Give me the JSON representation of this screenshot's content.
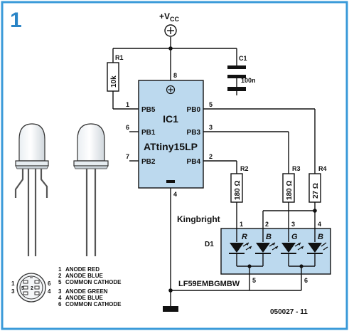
{
  "figure": {
    "number": "1",
    "code": "050027 - 11",
    "colors": {
      "frame": "#3a9ad9",
      "ic_fill": "#bcd9ee",
      "led_box_fill": "#bcd9ee",
      "ink": "#111111"
    }
  },
  "supply": {
    "label_main": "+V",
    "label_sub": "CC"
  },
  "ic": {
    "name": "IC1",
    "part": "ATtiny15LP",
    "pins_left": [
      {
        "num": "1",
        "name": "PB5"
      },
      {
        "num": "6",
        "name": "PB1"
      },
      {
        "num": "7",
        "name": "PB2"
      }
    ],
    "pins_right": [
      {
        "num": "5",
        "name": "PB0"
      },
      {
        "num": "3",
        "name": "PB3"
      },
      {
        "num": "2",
        "name": "PB4"
      }
    ],
    "pin_top": "8",
    "pin_bottom": "4"
  },
  "components": {
    "r1": {
      "ref": "R1",
      "value": "10k"
    },
    "c1": {
      "ref": "C1",
      "value": "100n"
    },
    "r2": {
      "ref": "R2",
      "value": "180 Ω"
    },
    "r3": {
      "ref": "R3",
      "value": "180 Ω"
    },
    "r4": {
      "ref": "R4",
      "value": "27 Ω"
    }
  },
  "led": {
    "manufacturer": "Kingbright",
    "ref": "D1",
    "part": "LF59EMBGMBW",
    "colors": [
      "R",
      "B",
      "G",
      "B"
    ],
    "anode_pins": [
      "1",
      "2",
      "3",
      "4"
    ],
    "cathode_pins": [
      "5",
      "6"
    ]
  },
  "pin_legend": [
    {
      "num": "1",
      "text": "ANODE RED"
    },
    {
      "num": "2",
      "text": "ANODE BLUE"
    },
    {
      "num": "5",
      "text": "COMMON CATHODE"
    },
    {
      "num": "3",
      "text": "ANODE GREEN"
    },
    {
      "num": "4",
      "text": "ANODE BLUE"
    },
    {
      "num": "6",
      "text": "COMMON CATHODE"
    }
  ],
  "footprint_labels": [
    "1",
    "2",
    "3",
    "4",
    "5",
    "6"
  ]
}
